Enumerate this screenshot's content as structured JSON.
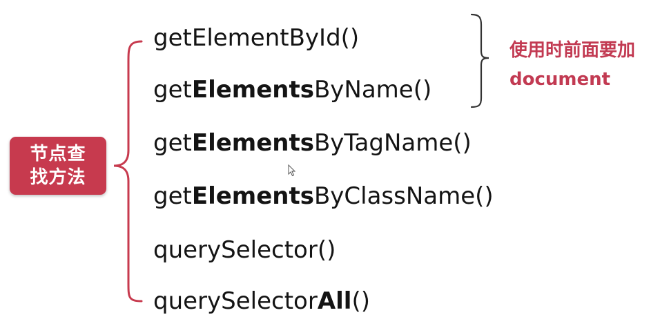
{
  "root_node": {
    "label": "节点查找方法",
    "color": "#c73a4e"
  },
  "methods": [
    {
      "prefix": "getElementById()",
      "bold": "",
      "suffix": ""
    },
    {
      "prefix": "get",
      "bold": "Elements",
      "suffix": "ByName()"
    },
    {
      "prefix": "get",
      "bold": "Elements",
      "suffix": "ByTagName()"
    },
    {
      "prefix": "get",
      "bold": "Elements",
      "suffix": "ByClassName()"
    },
    {
      "prefix": "querySelector()",
      "bold": "",
      "suffix": ""
    },
    {
      "prefix": "querySelector",
      "bold": "All",
      "suffix": "()"
    }
  ],
  "note": {
    "line1": "使用时前面要加",
    "line2": "document",
    "color": "#c23a52"
  },
  "colors": {
    "brace": "#c73a4e",
    "bracket": "#333333",
    "text": "#141414"
  },
  "icons": {
    "cursor": "mouse-pointer-icon"
  }
}
